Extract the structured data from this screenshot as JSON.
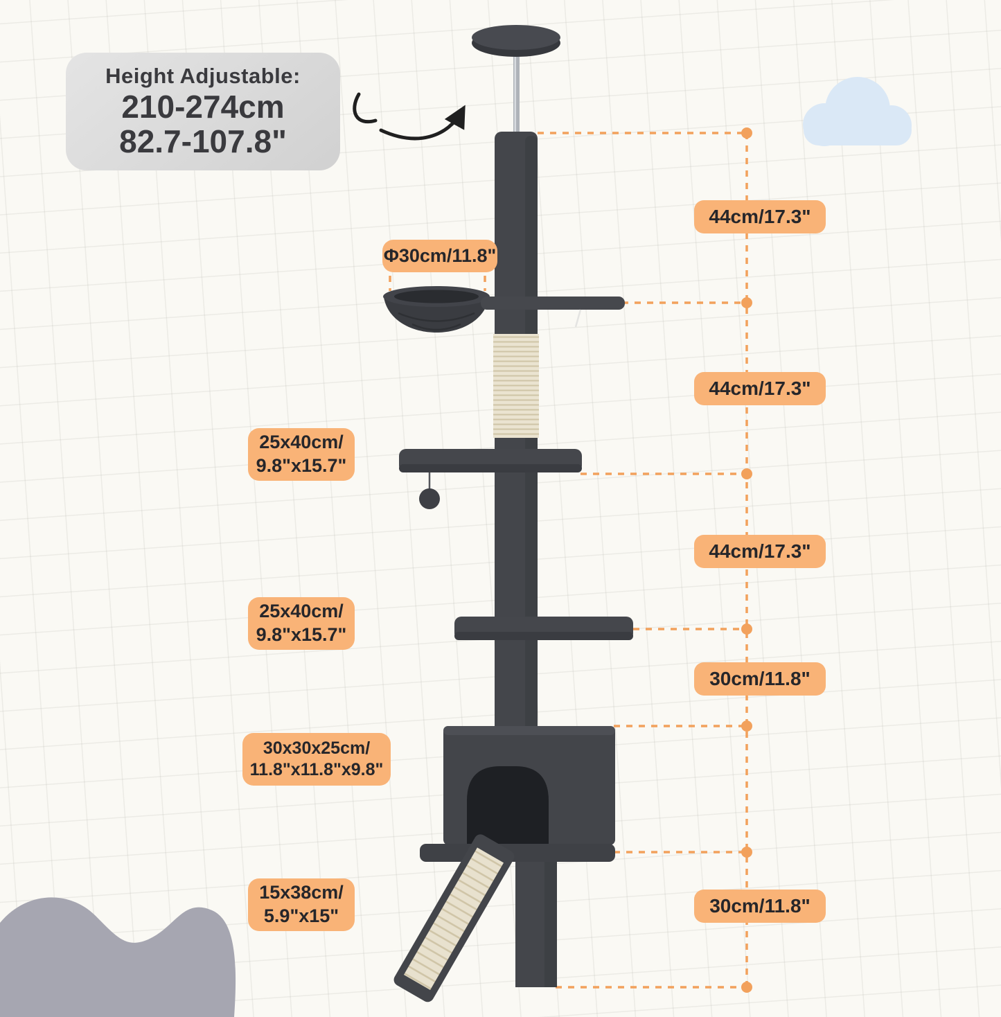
{
  "header": {
    "title": "Height Adjustable:",
    "range_cm": "210-274cm",
    "range_in": "82.7-107.8\""
  },
  "part_labels": {
    "hammock": {
      "line1": "Φ30cm/11.8\""
    },
    "upper_platform": {
      "line1": "25x40cm/",
      "line2": "9.8\"x15.7\""
    },
    "lower_platform": {
      "line1": "25x40cm/",
      "line2": "9.8\"x15.7\""
    },
    "condo": {
      "line1": "30x30x25cm/",
      "line2": "11.8\"x11.8\"x9.8\""
    },
    "ramp": {
      "line1": "15x38cm/",
      "line2": "5.9\"x15\""
    }
  },
  "measurements": {
    "seg1": "44cm/17.3\"",
    "seg2": "44cm/17.3\"",
    "seg3": "44cm/17.3\"",
    "seg4": "30cm/11.8\"",
    "seg5": "30cm/11.8\""
  },
  "colors": {
    "accent_orange": "#F9B377",
    "line_orange": "#F2A15C",
    "tree_gray": "#44464B",
    "sisal": "#EAE3D0",
    "badge_gray": "#D8D8D8",
    "cloud_blue": "#DAE8F6",
    "wave_gray": "#A6A6B1",
    "background": "#FAF9F4"
  }
}
